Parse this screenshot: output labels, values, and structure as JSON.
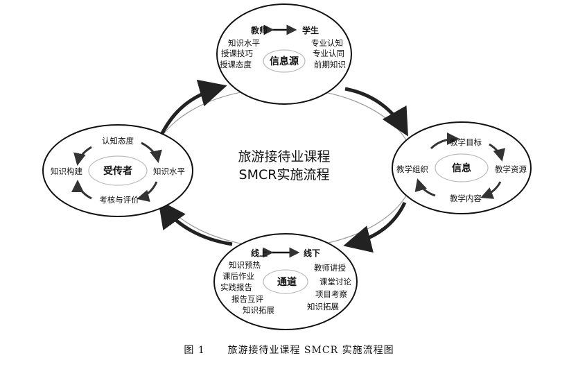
{
  "center": {
    "line1": "旅游接待业课程",
    "line2": "SMCR实施流程"
  },
  "source": {
    "title": "信息源",
    "left_header": "教师",
    "right_header": "学生",
    "left_items": [
      "知识水平",
      "授课技巧",
      "授课态度"
    ],
    "right_items": [
      "专业认知",
      "专业认同",
      "前期知识"
    ]
  },
  "message": {
    "title": "信息",
    "top": "教学目标",
    "left": "教学组织",
    "right": "教学资源",
    "bottom": "教学内容"
  },
  "channel": {
    "title": "通道",
    "left_header": "线上",
    "right_header": "线下",
    "left_items": [
      "知识预热",
      "课后作业",
      "实践报告",
      "报告互评",
      "知识拓展"
    ],
    "right_items": [
      "教师讲授",
      "课堂讨论",
      "项目考察",
      "知识拓展"
    ]
  },
  "receiver": {
    "title": "受传者",
    "top": "认知态度",
    "left": "知识构建",
    "right": "知识水平",
    "bottom": "考核与评价"
  },
  "caption": {
    "label": "图 1",
    "text": "旅游接待业课程 SMCR 实施流程图"
  }
}
